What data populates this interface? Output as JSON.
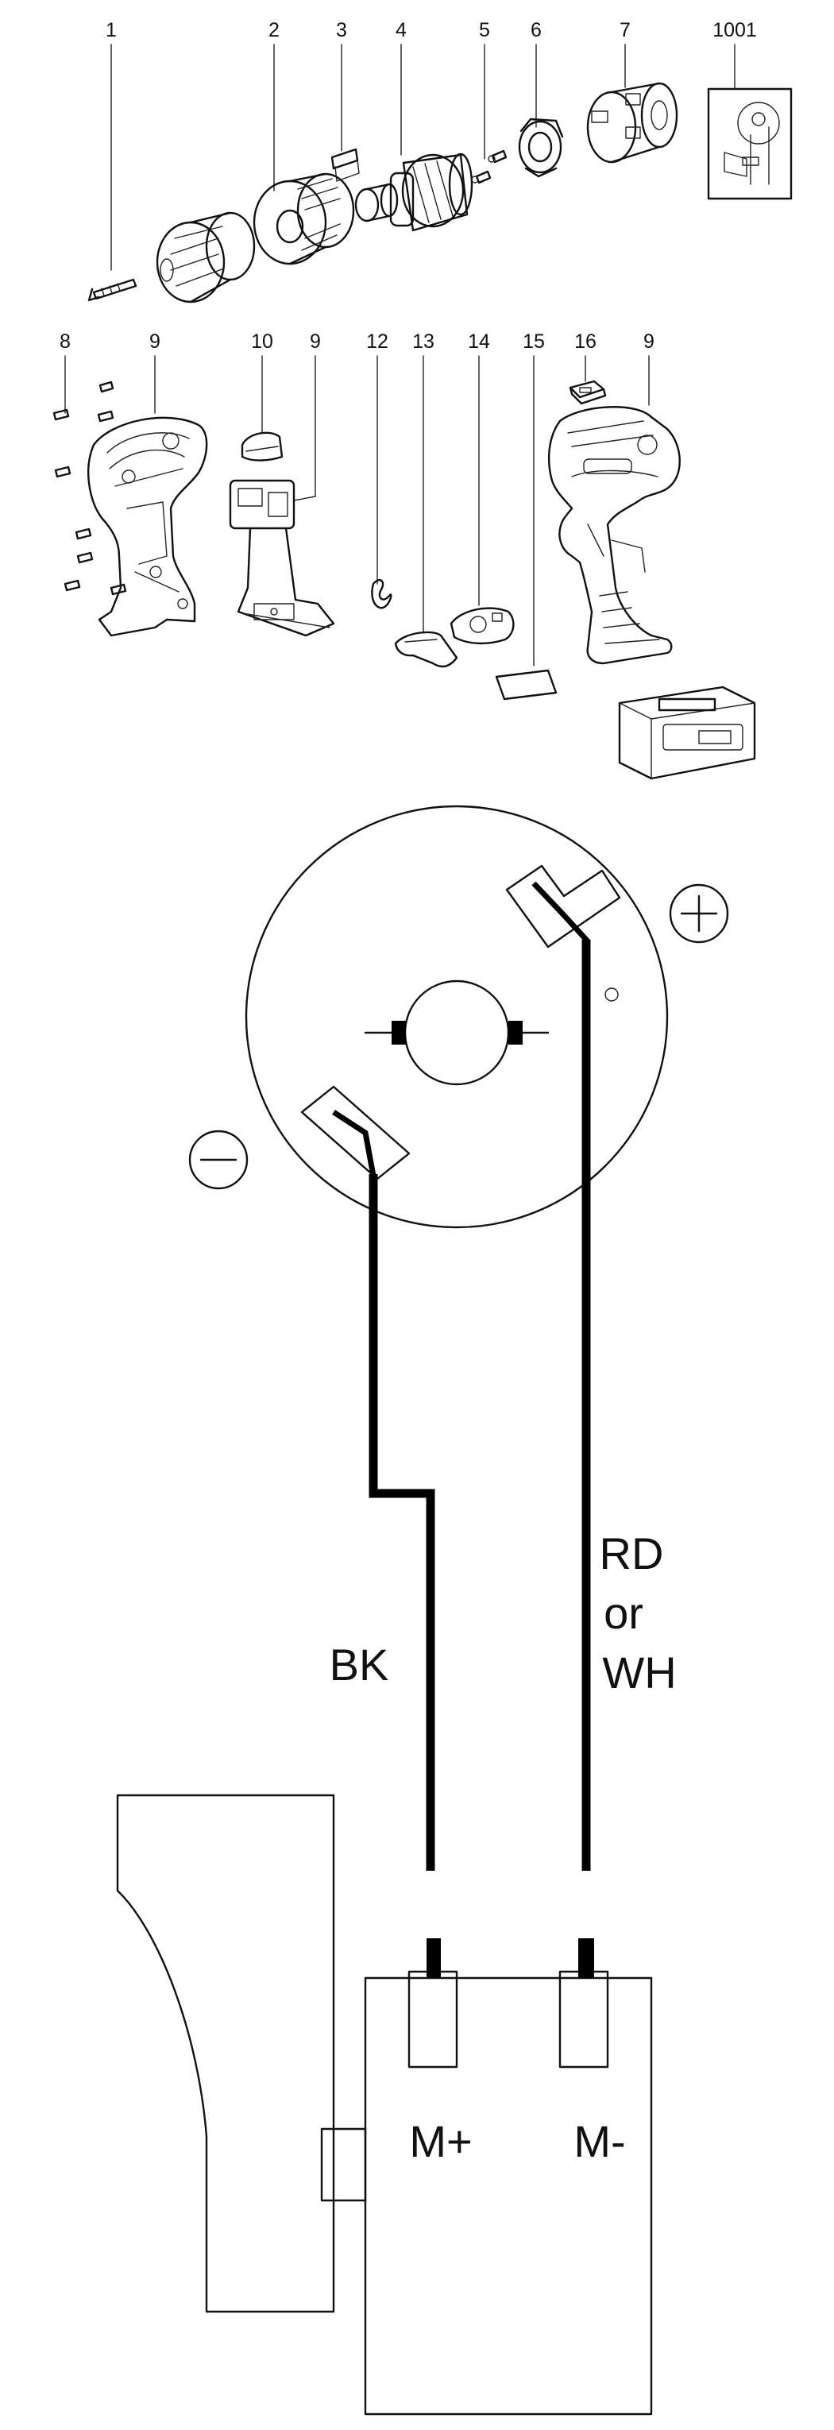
{
  "parts": {
    "p1": "1",
    "p2": "2",
    "p3": "3",
    "p4": "4",
    "p5": "5",
    "p6": "6",
    "p7": "7",
    "p1001": "1001",
    "p8": "8",
    "p9a": "9",
    "p10": "10",
    "p9b": "9",
    "p12": "12",
    "p13": "13",
    "p14": "14",
    "p15": "15",
    "p16": "16",
    "p9c": "9"
  },
  "wiring": {
    "plus_symbol": "+",
    "minus_symbol": "−",
    "wire_black": "BK",
    "wire_red_line1": "RD",
    "wire_red_line2": "or",
    "wire_red_line3": "WH",
    "terminal_plus": "M+",
    "terminal_minus": "M-"
  }
}
